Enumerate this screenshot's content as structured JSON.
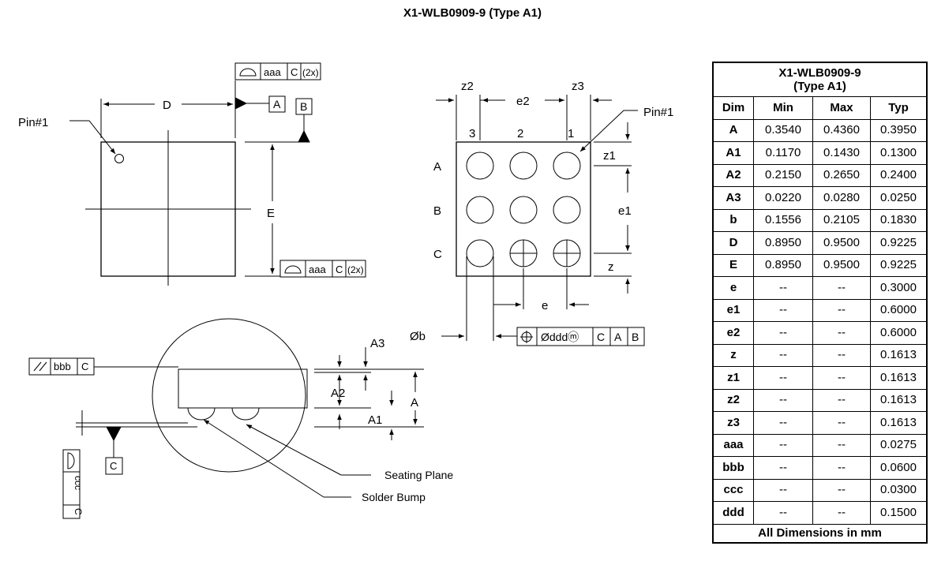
{
  "title": "X1-WLB0909-9 (Type A1)",
  "top_view": {
    "pin1_label": "Pin#1",
    "d_label": "D",
    "e_label": "E",
    "datum_a": "A",
    "datum_b": "B",
    "fcf_top": {
      "tol": "aaa",
      "datum": "C",
      "mult": "(2x)"
    },
    "fcf_side": {
      "tol": "aaa",
      "datum": "C",
      "mult": "(2x)"
    }
  },
  "bottom_view": {
    "pin1_label": "Pin#1",
    "cols": [
      "3",
      "2",
      "1"
    ],
    "rows": [
      "A",
      "B",
      "C"
    ],
    "z2": "z2",
    "e2": "e2",
    "z3": "z3",
    "z1": "z1",
    "e1": "e1",
    "z": "z",
    "e": "e",
    "ball_label": "Øb",
    "fcf": {
      "tol": "Ødddⓜ",
      "d1": "C",
      "d2": "A",
      "d3": "B"
    }
  },
  "side_view": {
    "a3": "A3",
    "a2": "A2",
    "a1": "A1",
    "a": "A",
    "fcf_bbb": {
      "tol": "bbb",
      "datum": "C"
    },
    "datum_c": "C",
    "fcf_ccc": {
      "tol": "ccc",
      "datum": "C"
    },
    "seating_plane": "Seating Plane",
    "solder_bump": "Solder Bump"
  },
  "table": {
    "title": "X1-WLB0909-9\n(Type A1)",
    "headers": [
      "Dim",
      "Min",
      "Max",
      "Typ"
    ],
    "rows": [
      [
        "A",
        "0.3540",
        "0.4360",
        "0.3950"
      ],
      [
        "A1",
        "0.1170",
        "0.1430",
        "0.1300"
      ],
      [
        "A2",
        "0.2150",
        "0.2650",
        "0.2400"
      ],
      [
        "A3",
        "0.0220",
        "0.0280",
        "0.0250"
      ],
      [
        "b",
        "0.1556",
        "0.2105",
        "0.1830"
      ],
      [
        "D",
        "0.8950",
        "0.9500",
        "0.9225"
      ],
      [
        "E",
        "0.8950",
        "0.9500",
        "0.9225"
      ],
      [
        "e",
        "--",
        "--",
        "0.3000"
      ],
      [
        "e1",
        "--",
        "--",
        "0.6000"
      ],
      [
        "e2",
        "--",
        "--",
        "0.6000"
      ],
      [
        "z",
        "--",
        "--",
        "0.1613"
      ],
      [
        "z1",
        "--",
        "--",
        "0.1613"
      ],
      [
        "z2",
        "--",
        "--",
        "0.1613"
      ],
      [
        "z3",
        "--",
        "--",
        "0.1613"
      ],
      [
        "aaa",
        "--",
        "--",
        "0.0275"
      ],
      [
        "bbb",
        "--",
        "--",
        "0.0600"
      ],
      [
        "ccc",
        "--",
        "--",
        "0.0300"
      ],
      [
        "ddd",
        "--",
        "--",
        "0.1500"
      ]
    ],
    "footer": "All Dimensions in mm"
  }
}
